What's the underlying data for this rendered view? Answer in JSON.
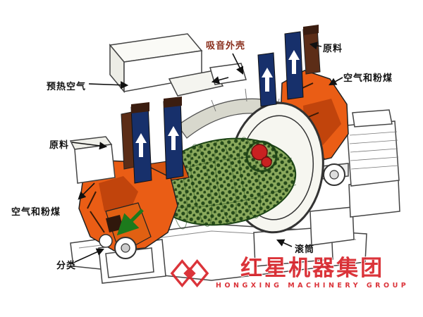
{
  "diagram": {
    "title_hint": "coal mill / ball mill structure diagram",
    "labels": {
      "preheat_air": "预热空气",
      "sound_shell": "吸音外壳",
      "raw_material_top": "原料",
      "air_and_coal_right": "空气和粉煤",
      "raw_material_left": "原料",
      "air_and_coal_left": "空气和粉煤",
      "classification": "分类",
      "drum": "滚筒"
    },
    "colors": {
      "housing_orange": "#ea5d15",
      "housing_orange_dark": "#c1440c",
      "pipe_navy": "#17306b",
      "pipe_brown": "#5c2d17",
      "drum_green": "#8aa95c",
      "drum_dot_green": "#25491a",
      "shell_gray": "#d8d8cd",
      "label_black": "#111111",
      "sound_shell_label": "#8a2f1d",
      "flow_arrow_green": "#1c7a1c",
      "watermark_red": "#d9232a"
    }
  },
  "watermark": {
    "title": "红星机器集团",
    "subtitle": "HONGXING MACHINERY GROUP"
  }
}
